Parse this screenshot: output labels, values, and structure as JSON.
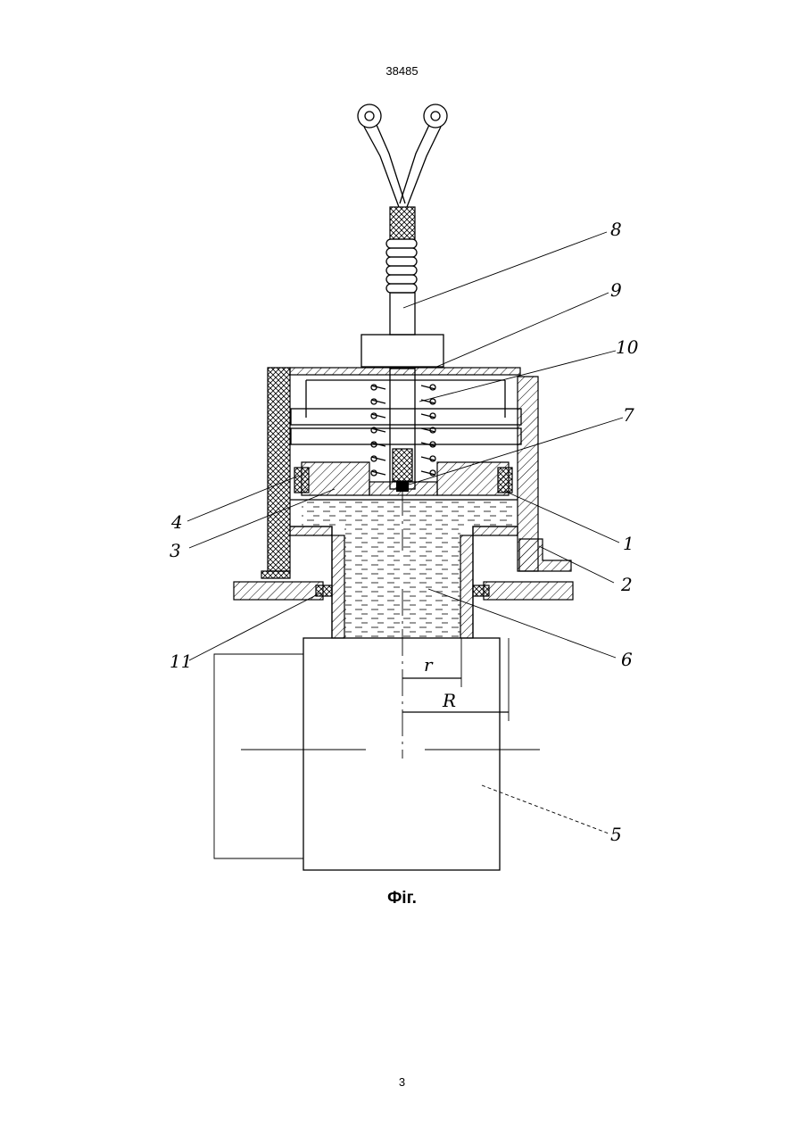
{
  "document": {
    "number": "38485",
    "figure_caption": "Фіг.",
    "page_number": "3"
  },
  "diagram": {
    "part_labels": [
      "1",
      "2",
      "3",
      "4",
      "5",
      "6",
      "7",
      "8",
      "9",
      "10",
      "11"
    ],
    "dimension_labels": [
      "r",
      "R"
    ]
  }
}
